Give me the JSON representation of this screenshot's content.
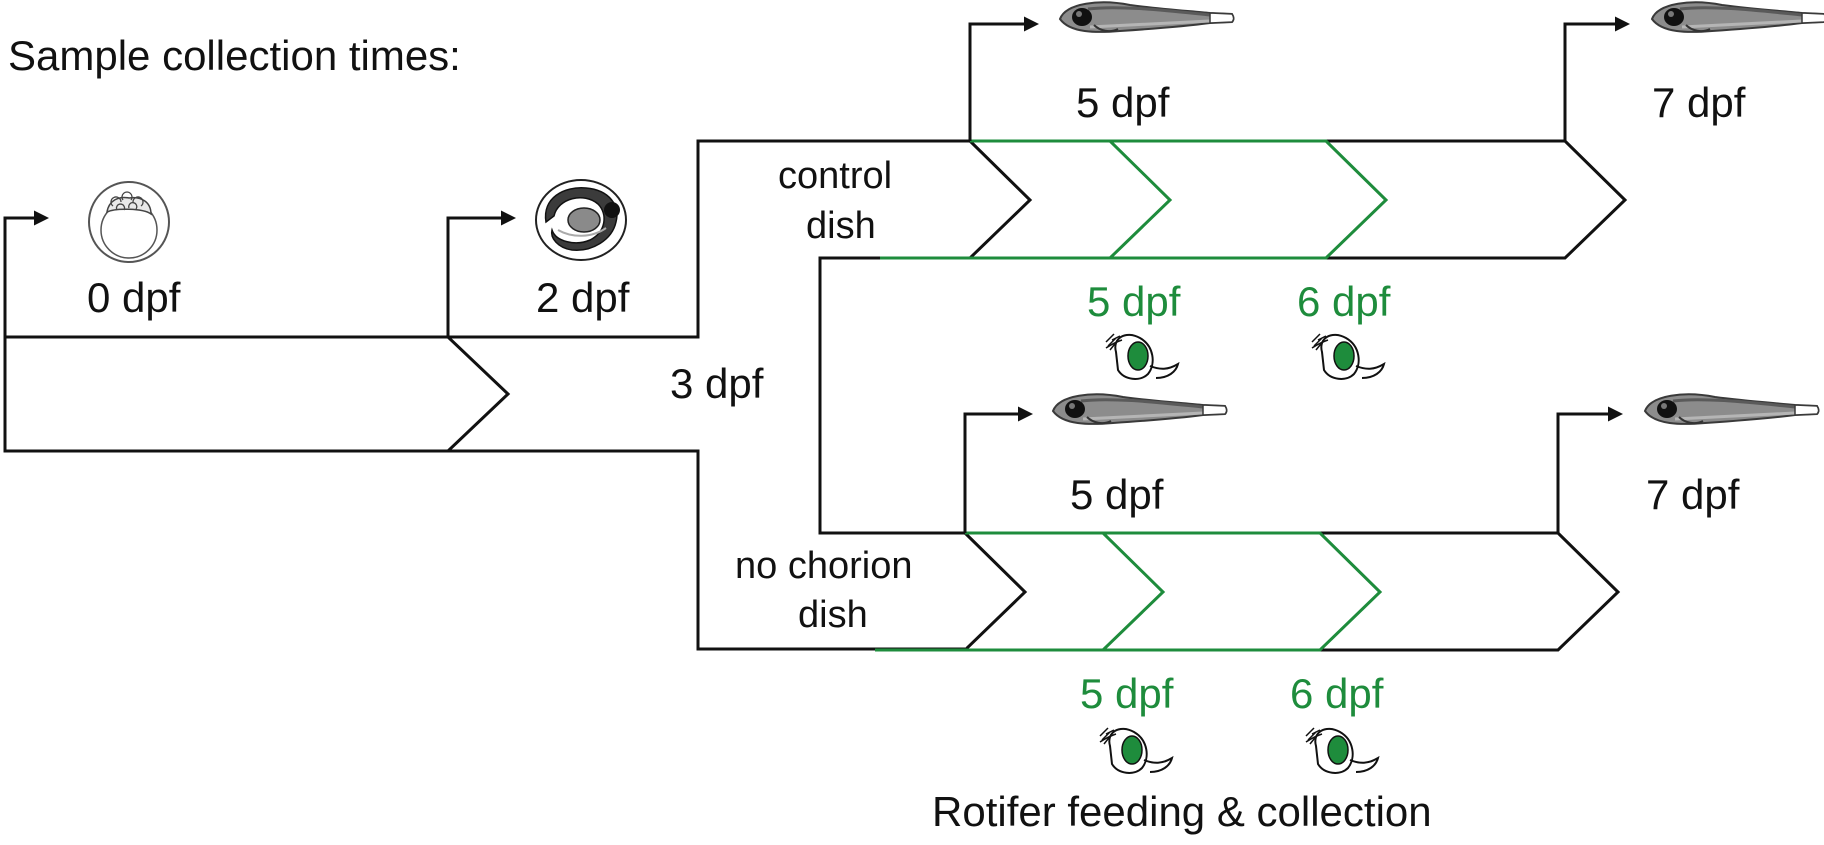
{
  "title": "Sample collection times:",
  "footer": "Rotifer feeding & collection",
  "colors": {
    "line": "#111111",
    "accent": "#1e8c3c"
  },
  "stages": {
    "dpf0": "0 dpf",
    "dpf2": "2 dpf",
    "dpf3": "3 dpf"
  },
  "dishes": {
    "control": {
      "name_line1": "control",
      "name_line2": "dish",
      "collect_early": "5 dpf",
      "collect_late": "7 dpf",
      "feed_1": "5 dpf",
      "feed_2": "6 dpf"
    },
    "no_chorion": {
      "name_line1": "no chorion",
      "name_line2": "dish",
      "collect_early": "5 dpf",
      "collect_late": "7 dpf",
      "feed_1": "5 dpf",
      "feed_2": "6 dpf"
    }
  },
  "icons": {
    "embryo_0": "zygote-embryo-icon",
    "embryo_2": "chorion-embryo-icon",
    "larva": "zebrafish-larva-icon",
    "rotifer": "rotifer-icon"
  }
}
